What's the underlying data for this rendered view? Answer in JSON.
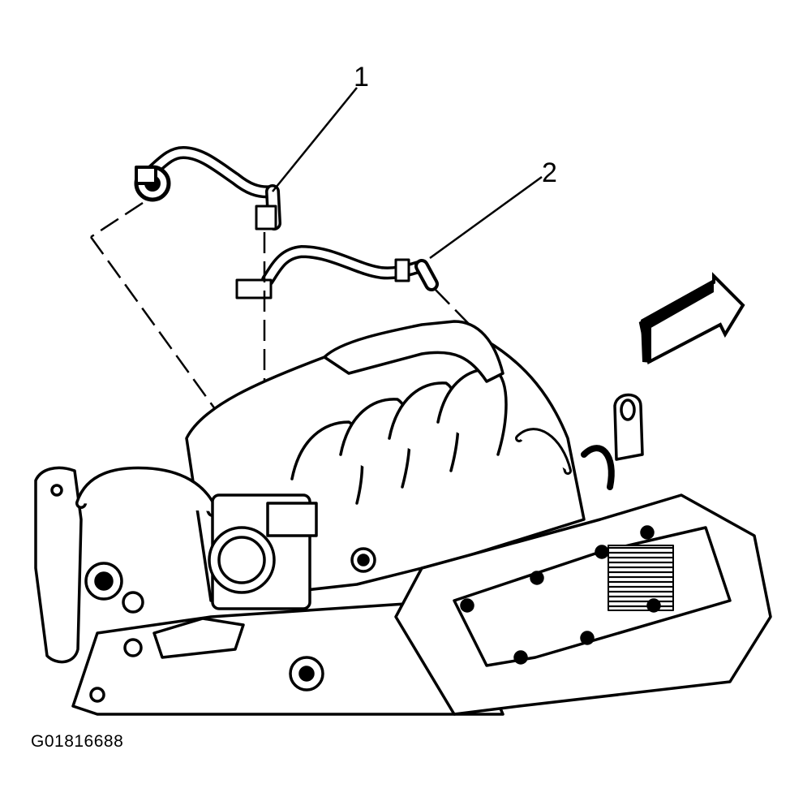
{
  "callouts": {
    "hose_1": "1",
    "hose_2": "2"
  },
  "figure_id": "G01816688",
  "icons": {
    "direction_arrow": "front-direction-arrow-icon"
  },
  "colors": {
    "ink": "#000000",
    "paper": "#ffffff"
  }
}
